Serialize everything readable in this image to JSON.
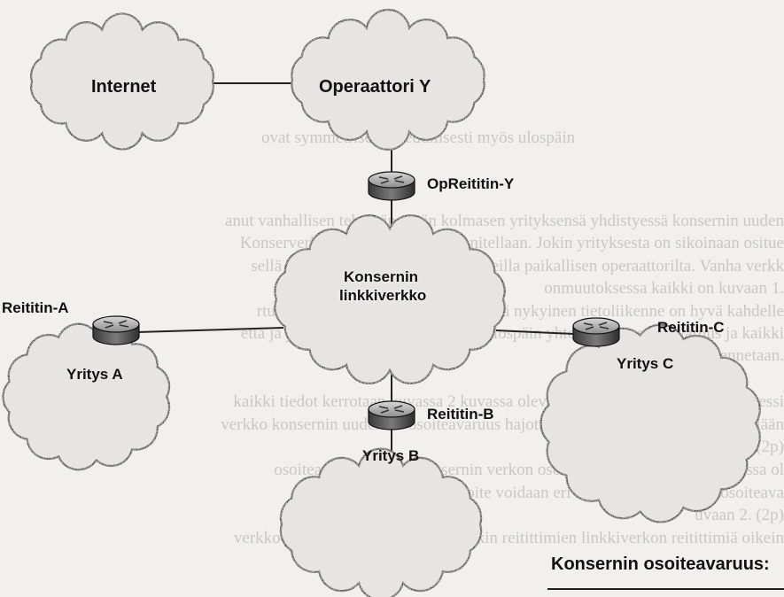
{
  "clouds": {
    "internet": "Internet",
    "operaattori": "Operaattori Y",
    "konserni_line1": "Konsernin",
    "konserni_line2": "linkkiverkko",
    "yritys_a": "Yritys A",
    "yritys_b": "Yritys B",
    "yritys_c": "Yritys C"
  },
  "routers": {
    "op": "OpReititin-Y",
    "a": "Reititin-A",
    "b": "Reititin-B",
    "c": "Reititin-C"
  },
  "address_space_label": "Konsernin osoiteavaruus:",
  "background_text": [
    "ovat symmetriset, ts. edullisesti myös ulospäin",
    "anut vanhallisen tehtävän erään kolmasen yrityksensä yhdistyessä konsernin uuden",
    "Konserverkon arkkitehtuuria suunnitellaan. Jokin yrityksesta on sikoinaan ositue",
    "sellä reitityksellä ja omilla IP-osoitteilla paikallisen operaattorilta. Vanha verkk",
    "onmuutoksessa kaikki on kuvaan 1.",
    "rtun osittain toimintojen yhdessä, että nykyinen tietoliikenne on hyvä kahdelle",
    "että ja yhteyksille operaattori sitä ja ulospäin yhteinen IP-osoiteavaruus ja kaikki",
    "et asennetaan.",
    "kaikki tiedot kerrotaan kuvassa 2 kuvassa olevan verkkoosan ja osoitteen prosessi",
    "verkko konsernin uuden IP-osoiteavaruus hajottaen operaattorin osoite määritellään",
    "avaruus yhteys sinne. (2p)",
    "osoiteavaruus uuden konsernin verkon osoitteiksi. Kunkin osan olemassa ol",
    "osoitteeseen ja sen osoite voidaan eri kuvaan. Dokumentoi osoiteava",
    "uvaan 2. (2p)",
    "verkko ja dokumentoi kuvaan 2 kunkin reitittimien linkkiverkon reitittimiä oikein"
  ]
}
